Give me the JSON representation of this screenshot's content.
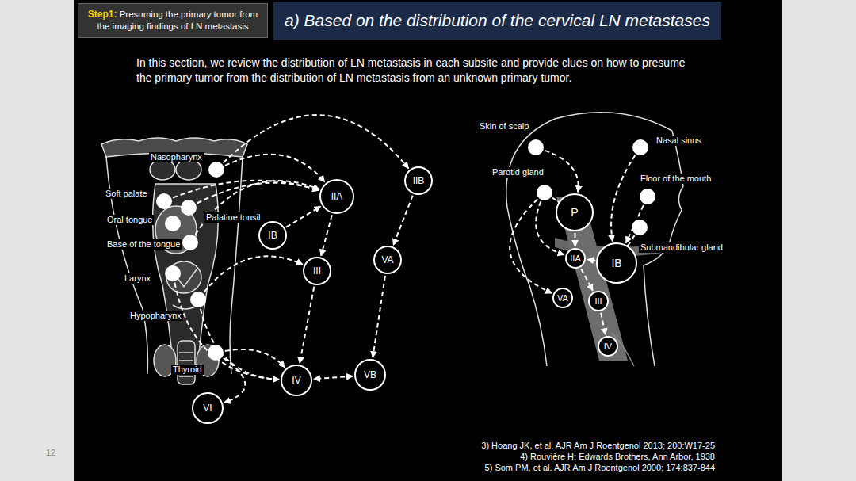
{
  "diagram": {
    "title": "a) Based on the distribution of the cervical LN metastases",
    "nodes": [
      {
        "text": [
          "Nasopharynx"
        ]
      },
      {
        "text": [
          "Soft palate"
        ]
      },
      {
        "text": [
          "Palatine tonsil"
        ]
      },
      {
        "text": [
          "Oral tongue"
        ]
      },
      {
        "text": [
          "Base of the tongue"
        ]
      },
      {
        "text": [
          "Larynx"
        ]
      },
      {
        "text": [
          "Hypopharynx"
        ]
      },
      {
        "text": [
          "Thyroid"
        ]
      },
      {
        "text": [
          "IIA"
        ]
      },
      {
        "text": [
          "IIB"
        ]
      },
      {
        "text": [
          "IB"
        ]
      },
      {
        "text": [
          "III"
        ]
      },
      {
        "text": [
          "VA"
        ]
      },
      {
        "text": [
          "IV"
        ]
      },
      {
        "text": [
          "VB"
        ]
      },
      {
        "text": [
          "VI"
        ]
      },
      {
        "text": [
          "Skin of scalp"
        ]
      },
      {
        "text": [
          "Parotid gland"
        ]
      },
      {
        "text": [
          "Nasal sinus"
        ]
      },
      {
        "text": [
          "Floor of the mouth"
        ]
      },
      {
        "text": [
          "Submandibular gland"
        ]
      },
      {
        "text": [
          "P"
        ]
      },
      {
        "text": [
          "IIA"
        ]
      },
      {
        "text": [
          "IB"
        ]
      },
      {
        "text": [
          "VA"
        ]
      },
      {
        "text": [
          "III"
        ]
      },
      {
        "text": [
          "IV"
        ]
      }
    ],
    "edges": [
      {
        "from": 0,
        "to": 9,
        "arrow": "to"
      },
      {
        "from": 0,
        "to": 8,
        "arrow": "to"
      },
      {
        "from": 2,
        "to": 8,
        "arrow": "to"
      },
      {
        "from": 1,
        "to": 8,
        "arrow": "to"
      },
      {
        "from": 4,
        "to": 8,
        "arrow": "to"
      },
      {
        "from": 10,
        "to": 8,
        "arrow": "to"
      },
      {
        "from": 8,
        "to": 11,
        "arrow": "to"
      },
      {
        "from": 11,
        "to": 13,
        "arrow": "to"
      },
      {
        "from": 9,
        "to": 12,
        "arrow": "to"
      },
      {
        "from": 12,
        "to": 14,
        "arrow": "to"
      },
      {
        "from": 14,
        "to": 13,
        "arrow": "both"
      },
      {
        "from": 6,
        "to": 11,
        "arrow": "to"
      },
      {
        "from": 6,
        "to": 13,
        "arrow": "to"
      },
      {
        "from": 7,
        "to": 13,
        "arrow": "to"
      },
      {
        "from": 7,
        "to": 15,
        "arrow": "to"
      },
      {
        "from": 5,
        "to": 13,
        "arrow": "to"
      },
      {
        "from": 16,
        "to": 21,
        "arrow": "to"
      },
      {
        "from": 17,
        "to": 21,
        "arrow": "to"
      },
      {
        "from": 17,
        "to": 22,
        "arrow": "to"
      },
      {
        "from": 17,
        "to": 24,
        "arrow": "to"
      },
      {
        "from": 18,
        "to": 23,
        "arrow": "to"
      },
      {
        "from": 19,
        "to": 23,
        "arrow": "to"
      },
      {
        "from": 20,
        "to": 23,
        "arrow": "to"
      },
      {
        "from": 21,
        "to": 22,
        "arrow": "to"
      },
      {
        "from": 23,
        "to": 22,
        "arrow": "to"
      },
      {
        "from": 22,
        "to": 25,
        "arrow": "to"
      },
      {
        "from": 25,
        "to": 26,
        "arrow": "to"
      }
    ],
    "labels": [
      "Step1:",
      "Presuming the primary tumor from the imaging findings of LN metastasis",
      "In this section, we review the distribution of LN metastasis in each subsite and provide clues on how to presume the primary tumor from the distribution of LN metastasis from an unknown primary tumor.",
      "3) Hoang JK, et al. AJR Am J Roentgenol 2013; 200:W17-25",
      "4) Rouvière H: Edwards Brothers, Ann Arbor, 1938",
      "5) Som PM, et al. AJR Am J Roentgenol 2000; 174:837-844",
      "12"
    ]
  }
}
